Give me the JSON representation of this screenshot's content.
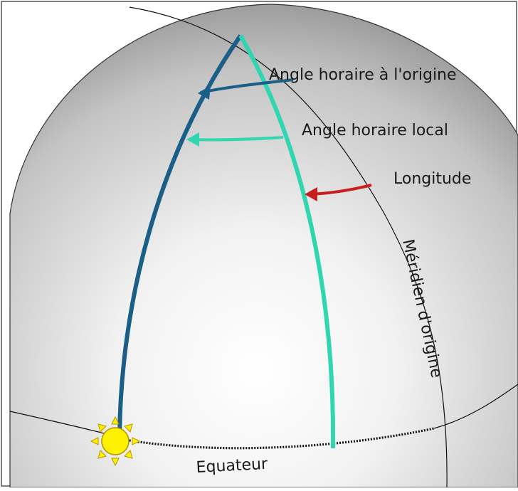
{
  "labels": {
    "hour_angle_origin": "Angle horaire à l'origine",
    "local_hour_angle": "Angle horaire local",
    "longitude": "Longitude",
    "prime_meridian": "Méridien d'origine",
    "equator": "Equateur"
  },
  "colors": {
    "hour_angle_origin": "#1b5e86",
    "local_hour_angle": "#2fd6b0",
    "longitude": "#c81e1e",
    "sun_fill": "#fff200",
    "sun_stroke": "#b39600",
    "sphere_light": "#ffffff",
    "sphere_dark": "#8a8a8a",
    "line": "#111111"
  },
  "icons": {
    "sun": "sun-icon"
  }
}
